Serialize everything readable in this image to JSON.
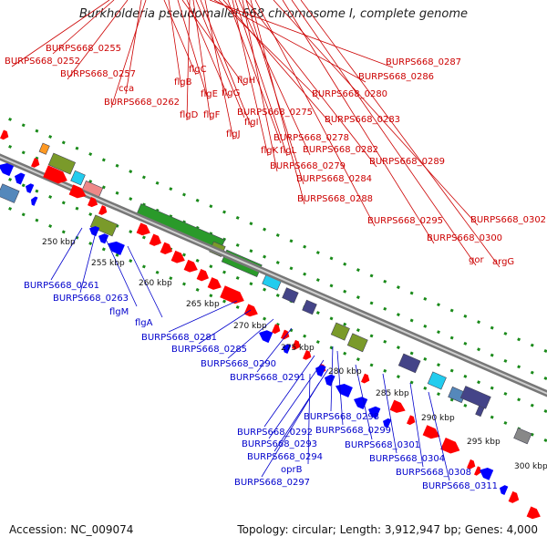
{
  "title": "Burkholderia pseudomallei 668 chromosome I, complete genome",
  "footer": {
    "accession": "Accession: NC_009074",
    "topology": "Topology: circular; Length: 3,912,947 bp; Genes: 4,000"
  },
  "colors": {
    "forward_label": "#cc0000",
    "reverse_label": "#0000cc",
    "forward_arrow": "#ff0000",
    "reverse_arrow": "#0000ff",
    "backbone": "#888888",
    "dots": "#1a8a1a",
    "cog_green": "#2a9a2a",
    "cog_olive": "#7a9a2a",
    "cog_cyan": "#22ccee",
    "cog_navy": "#444488",
    "cog_steel": "#5588bb",
    "cog_pink": "#ee8888",
    "cog_orange": "#ff9922",
    "cog_gray": "#888888"
  },
  "scale_ticks": [
    "250 kbp",
    "255 kbp",
    "260 kbp",
    "265 kbp",
    "270 kbp",
    "275 kbp",
    "280 kbp",
    "285 kbp",
    "290 kbp",
    "295 kbp",
    "300 kbp"
  ],
  "forward_genes": [
    "BURPS668_0255",
    "BURPS668_0252",
    "BURPS668_0257",
    "cca",
    "BURPS668_0262",
    "flgC",
    "flgB",
    "flgE",
    "flgH",
    "flgG",
    "flgD",
    "flgF",
    "BURPS668_0275",
    "flgI",
    "flgJ",
    "BURPS668_0287",
    "BURPS668_0286",
    "BURPS668_0280",
    "BURPS668_0283",
    "BURPS668_0278",
    "flgK",
    "flgL",
    "BURPS668_0282",
    "BURPS668_0279",
    "BURPS668_0289",
    "BURPS668_0284",
    "BURPS668_0288",
    "BURPS668_0295",
    "BURPS668_0302",
    "BURPS668_0300",
    "gor",
    "argG"
  ],
  "reverse_genes": [
    "BURPS668_0261",
    "BURPS668_0263",
    "flgM",
    "flgA",
    "BURPS668_0281",
    "BURPS668_0285",
    "BURPS668_0290",
    "BURPS668_0291",
    "BURPS668_0298",
    "BURPS668_0299",
    "BURPS668_0292",
    "BURPS668_0293",
    "BURPS668_0301",
    "BURPS668_0294",
    "BURPS668_0304",
    "oprB",
    "BURPS668_0308",
    "BURPS668_0297",
    "BURPS668_0311"
  ]
}
